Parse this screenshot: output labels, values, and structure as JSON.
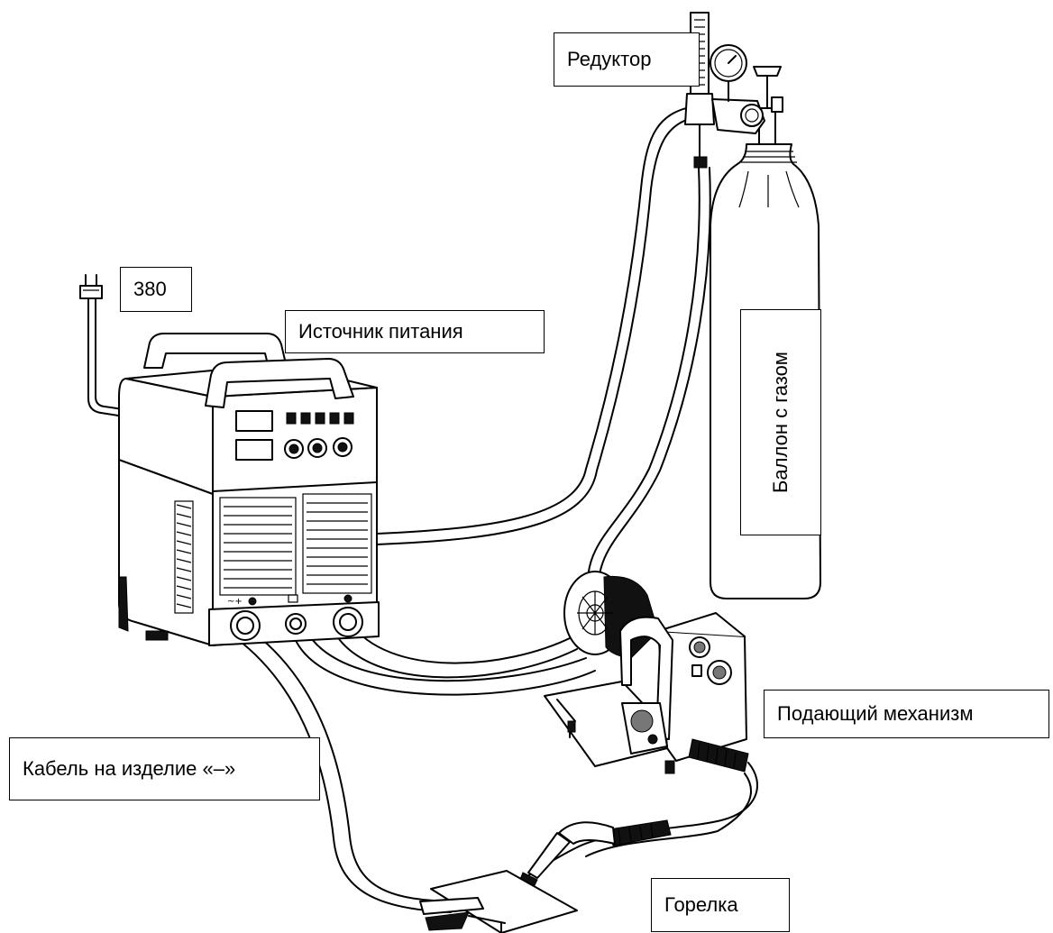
{
  "labels": {
    "reducer": "Редуктор",
    "plug": "380",
    "power_source": "Источник питания",
    "gas_cylinder": "Баллон с газом",
    "wire_feeder": "Подающий механизм",
    "work_cable": "Кабель на изделие «–»",
    "torch": "Горелка"
  },
  "icons": {
    "plug": "power-plug-icon",
    "power_source": "welding-inverter-icon",
    "cylinder": "gas-cylinder-icon",
    "regulator": "gas-regulator-icon",
    "feeder": "wire-feeder-icon",
    "torch": "mig-torch-icon",
    "clamp": "ground-clamp-icon"
  }
}
